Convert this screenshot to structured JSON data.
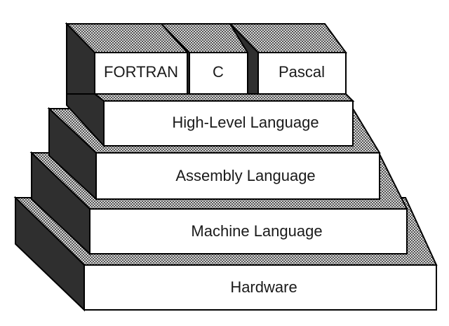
{
  "layers": {
    "hardware": "Hardware",
    "machine": "Machine Language",
    "assembly": "Assembly Language",
    "high_level": "High-Level Language"
  },
  "languages": {
    "fortran": "FORTRAN",
    "c": "C",
    "pascal": "Pascal"
  },
  "colors": {
    "front_face": "#ffffff",
    "side_face": "#2f2f2f",
    "top_face_dots": "#555555",
    "outline": "#000000"
  }
}
